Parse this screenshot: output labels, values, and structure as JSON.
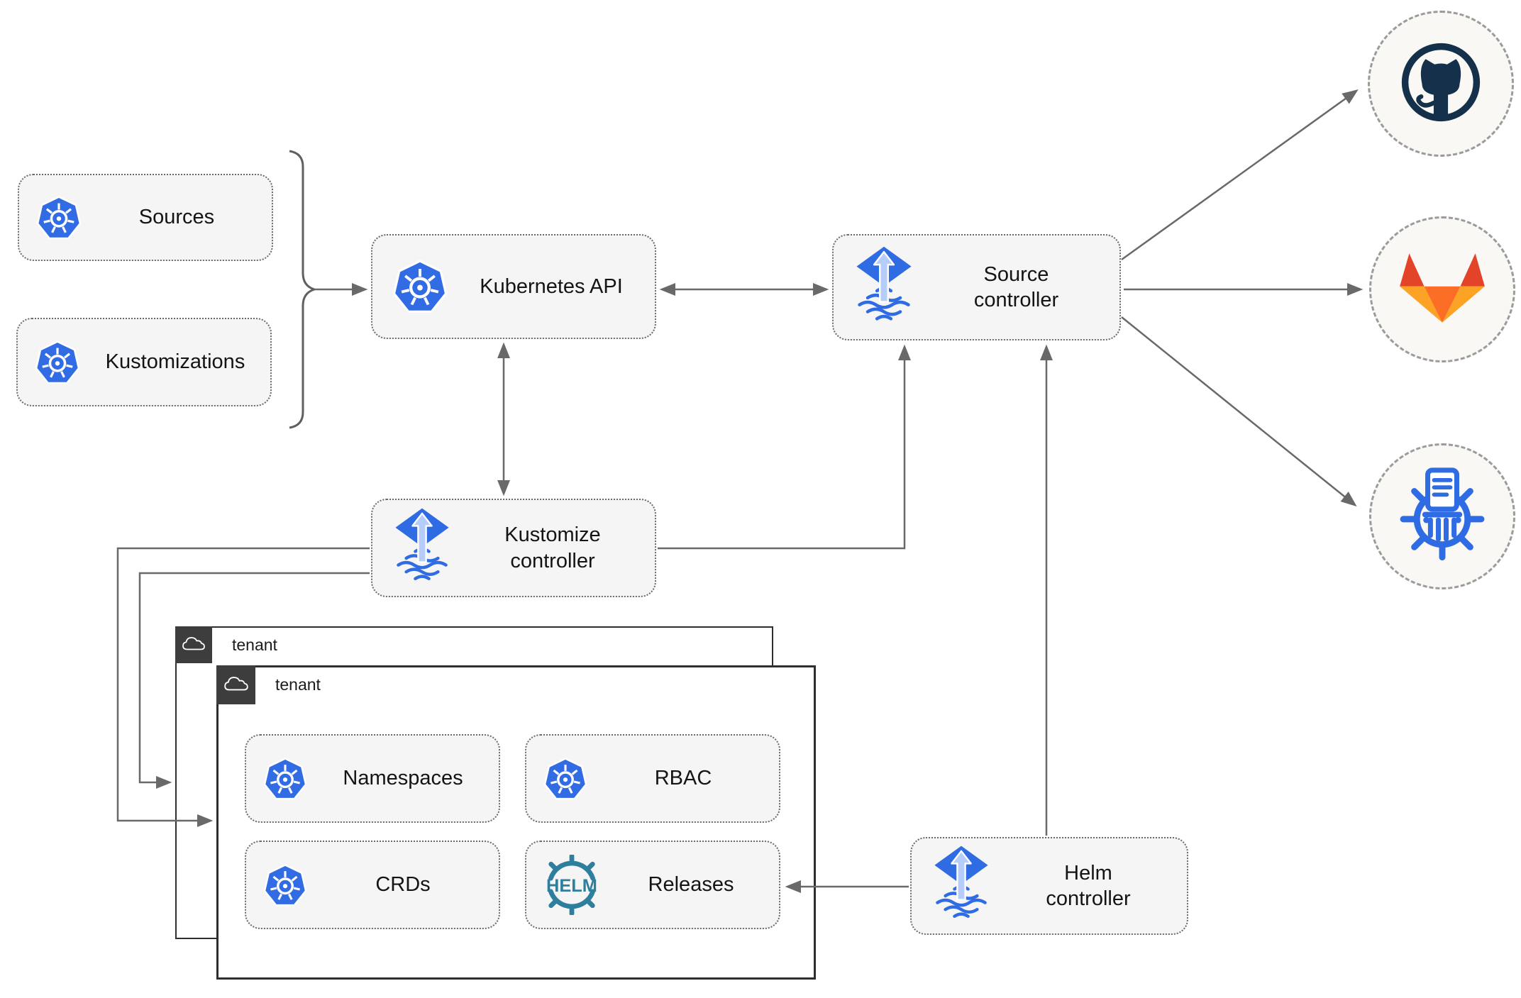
{
  "nodes": {
    "sources": {
      "label": "Sources"
    },
    "kustomizations": {
      "label": "Kustomizations"
    },
    "kubernetes_api": {
      "label": "Kubernetes API"
    },
    "source_controller": {
      "label": "Source controller"
    },
    "kustomize_controller": {
      "label": "Kustomize controller"
    },
    "helm_controller": {
      "label": "Helm controller"
    },
    "namespaces": {
      "label": "Namespaces"
    },
    "rbac": {
      "label": "RBAC"
    },
    "crds": {
      "label": "CRDs"
    },
    "releases": {
      "label": "Releases"
    }
  },
  "tenants": [
    {
      "label": "tenant"
    },
    {
      "label": "tenant"
    }
  ],
  "endpoints": [
    {
      "name": "github"
    },
    {
      "name": "gitlab"
    },
    {
      "name": "chartmuseum"
    }
  ],
  "icons": {
    "helm_text": "HELM",
    "kubernetes": "kubernetes-wheel",
    "flux": "flux-diamond-arrow",
    "cloud": "cloud-outline",
    "github": "github-octocat",
    "gitlab": "gitlab-fox",
    "chartmuseum": "chartmuseum-pillar"
  },
  "colors": {
    "node_fill": "#f5f5f5",
    "node_border": "#6b6b6b",
    "arrow": "#696969",
    "tenant_border": "#2e2e2e",
    "tenant_tab": "#3d3d3d",
    "kubernetes_blue": "#326ce5",
    "flux_blue": "#2f6be2",
    "flux_arrow_light": "#b5cdf8",
    "helm_teal": "#2e7f9e",
    "chartmuseum_blue": "#2f6ce4",
    "github_navy": "#14304a",
    "gitlab_red": "#e24329",
    "gitlab_orange": "#fc6d26",
    "gitlab_amber": "#fca326"
  }
}
